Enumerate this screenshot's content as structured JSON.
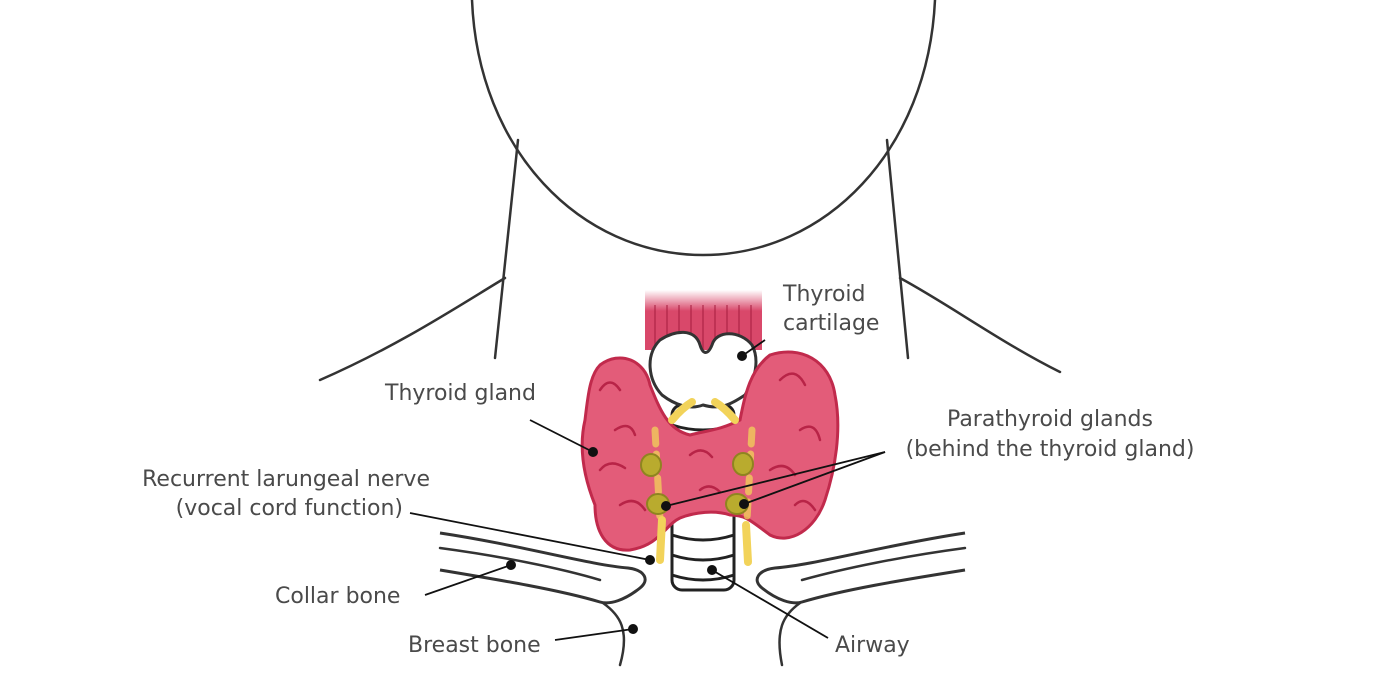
{
  "labels": {
    "thyroid_cartilage": [
      "Thyroid",
      "cartilage"
    ],
    "thyroid_gland": "Thyroid gland",
    "parathyroid": [
      "Parathyroid glands",
      "(behind the thyroid gland)"
    ],
    "nerve": [
      "Recurrent larungeal nerve",
      "(vocal cord function)"
    ],
    "collar_bone": "Collar bone",
    "breast_bone": "Breast bone",
    "airway": "Airway"
  },
  "colors": {
    "thyroid": "#e35c79",
    "thyroid_outline": "#c12a4c",
    "nerve": "#f2d35a",
    "parathyroid": "#b9ab2e",
    "muscle": "#d9486a"
  }
}
